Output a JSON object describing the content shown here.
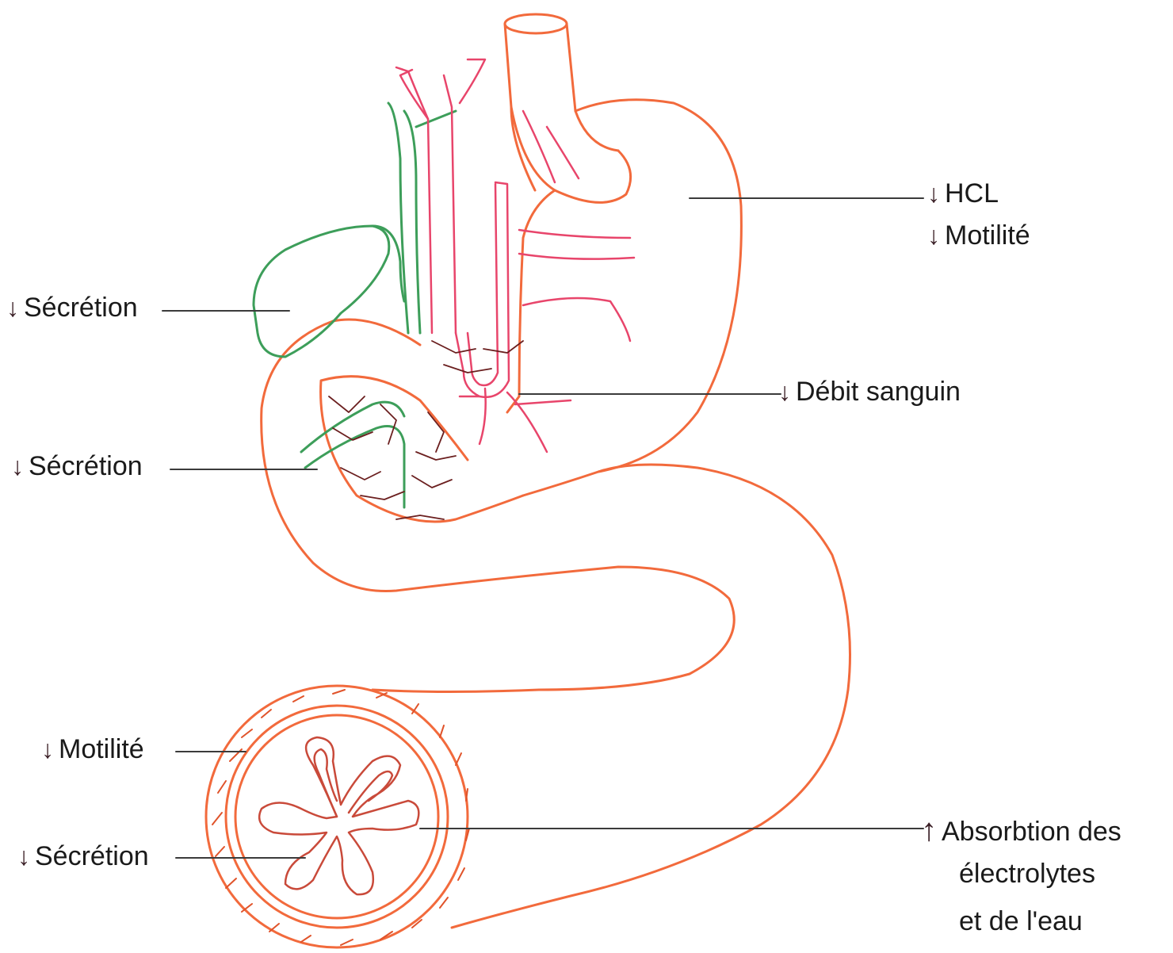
{
  "labels": {
    "hcl": {
      "arrow": "↓",
      "text": "HCL"
    },
    "stomach_motility": {
      "arrow": "↓",
      "text": "Motilité"
    },
    "gallbladder_secretion": {
      "arrow": "↓",
      "text": "Sécrétion"
    },
    "blood_flow": {
      "arrow": "↓",
      "text": "Débit sanguin"
    },
    "pancreas_secretion": {
      "arrow": "↓",
      "text": "Sécrétion"
    },
    "intestine_motility": {
      "arrow": "↓",
      "text": "Motilité"
    },
    "intestine_secretion": {
      "arrow": "↓",
      "text": "Sécrétion"
    },
    "absorption": {
      "arrow": "↑",
      "line1": "Absorbtion des",
      "line2": "électrolytes",
      "line3": "et de l'eau"
    }
  },
  "colors": {
    "digestive_tract": "#f26a3c",
    "blood_vessels": "#e8456b",
    "biliary": "#3d9e5a",
    "pancreas_vessels": "#6b1f1f",
    "leader_lines": "#3b3b3b",
    "arrows": "#3a1f26"
  }
}
